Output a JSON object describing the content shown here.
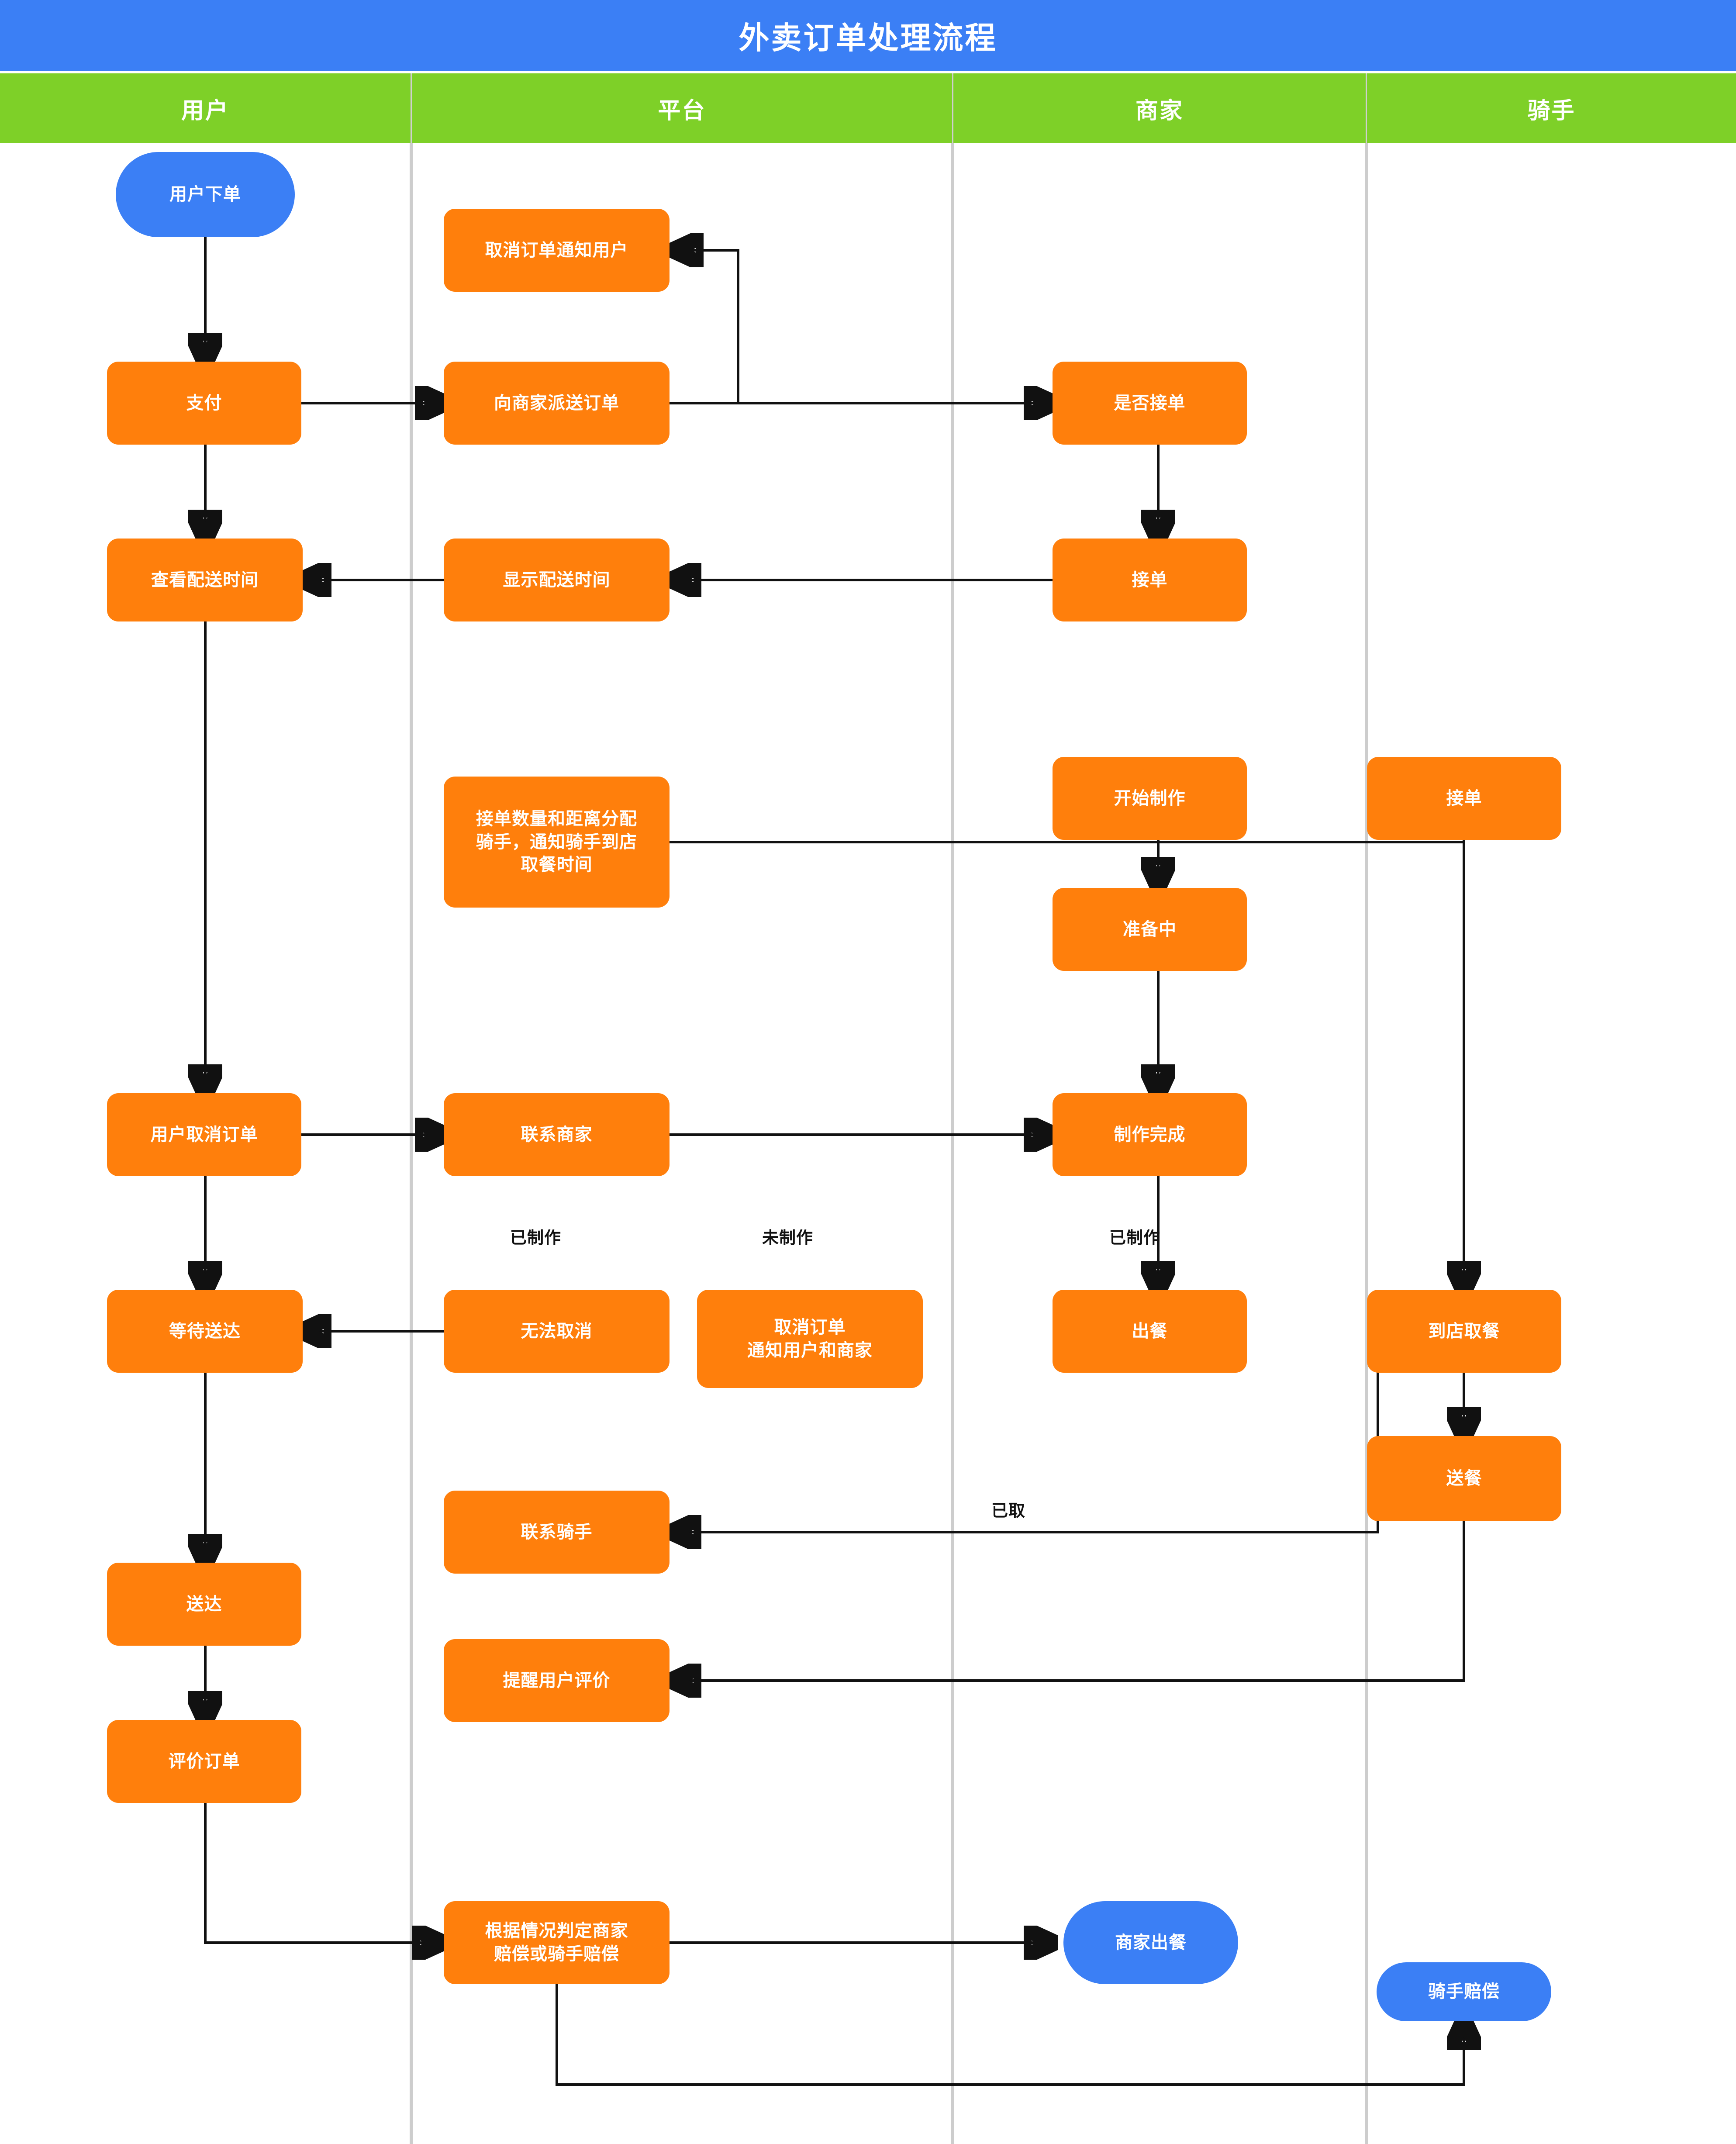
{
  "header": {
    "title": "外卖订单处理流程",
    "title_bg": "#3b7ff5",
    "lane_bg": "#7ed028"
  },
  "lanes": [
    {
      "id": "user",
      "label": "用户"
    },
    {
      "id": "platform",
      "label": "平台"
    },
    {
      "id": "merchant",
      "label": "商家"
    },
    {
      "id": "rider",
      "label": "骑手"
    }
  ],
  "colors": {
    "process": "#ff7f0c",
    "terminator": "#3b7ff5",
    "edge": "#111111",
    "lane_divider": "#cdcdcd",
    "node_text": "#ffffff",
    "label_text": "#111111"
  },
  "nodes": [
    {
      "id": "n1",
      "lane": "user",
      "type": "terminator",
      "text": "用户下单"
    },
    {
      "id": "n2",
      "lane": "platform",
      "type": "process",
      "text": "取消订单通知用户"
    },
    {
      "id": "n3",
      "lane": "user",
      "type": "process",
      "text": "支付"
    },
    {
      "id": "n4",
      "lane": "platform",
      "type": "process",
      "text": "向商家派送订单"
    },
    {
      "id": "n5",
      "lane": "merchant",
      "type": "process",
      "text": "是否接单"
    },
    {
      "id": "n6",
      "lane": "user",
      "type": "process",
      "text": "查看配送时间"
    },
    {
      "id": "n7",
      "lane": "platform",
      "type": "process",
      "text": "显示配送时间"
    },
    {
      "id": "n8",
      "lane": "merchant",
      "type": "process",
      "text": "接单"
    },
    {
      "id": "n9",
      "lane": "platform",
      "type": "process",
      "text": "接单数量和距离分配\n骑手，通知骑手到店\n取餐时间"
    },
    {
      "id": "n10",
      "lane": "merchant",
      "type": "process",
      "text": "开始制作"
    },
    {
      "id": "n11",
      "lane": "rider",
      "type": "process",
      "text": "接单"
    },
    {
      "id": "n12",
      "lane": "merchant",
      "type": "process",
      "text": "准备中"
    },
    {
      "id": "n13",
      "lane": "user",
      "type": "process",
      "text": "用户取消订单"
    },
    {
      "id": "n14",
      "lane": "platform",
      "type": "process",
      "text": "联系商家"
    },
    {
      "id": "n15",
      "lane": "merchant",
      "type": "process",
      "text": "制作完成"
    },
    {
      "id": "n16",
      "lane": "user",
      "type": "process",
      "text": "等待送达"
    },
    {
      "id": "n17",
      "lane": "platform",
      "type": "process",
      "text": "无法取消"
    },
    {
      "id": "n18",
      "lane": "platform",
      "type": "process",
      "text": "取消订单\n通知用户和商家"
    },
    {
      "id": "n19",
      "lane": "merchant",
      "type": "process",
      "text": "出餐"
    },
    {
      "id": "n20",
      "lane": "rider",
      "type": "process",
      "text": "到店取餐"
    },
    {
      "id": "n21",
      "lane": "rider",
      "type": "process",
      "text": "送餐"
    },
    {
      "id": "n22",
      "lane": "platform",
      "type": "process",
      "text": "联系骑手"
    },
    {
      "id": "n23",
      "lane": "user",
      "type": "process",
      "text": "送达"
    },
    {
      "id": "n24",
      "lane": "user",
      "type": "process",
      "text": "评价订单"
    },
    {
      "id": "n25",
      "lane": "platform",
      "type": "process",
      "text": "提醒用户评价"
    },
    {
      "id": "n26",
      "lane": "platform",
      "type": "process",
      "text": "根据情况判定商家\n赔偿或骑手赔偿"
    },
    {
      "id": "n27",
      "lane": "merchant",
      "type": "terminator",
      "text": "商家出餐"
    },
    {
      "id": "n28",
      "lane": "rider",
      "type": "terminator",
      "text": "骑手赔偿"
    }
  ],
  "edge_labels": [
    {
      "id": "el1",
      "text": "已制作"
    },
    {
      "id": "el2",
      "text": "未制作"
    },
    {
      "id": "el3",
      "text": "已制作"
    },
    {
      "id": "el4",
      "text": "已取"
    }
  ]
}
